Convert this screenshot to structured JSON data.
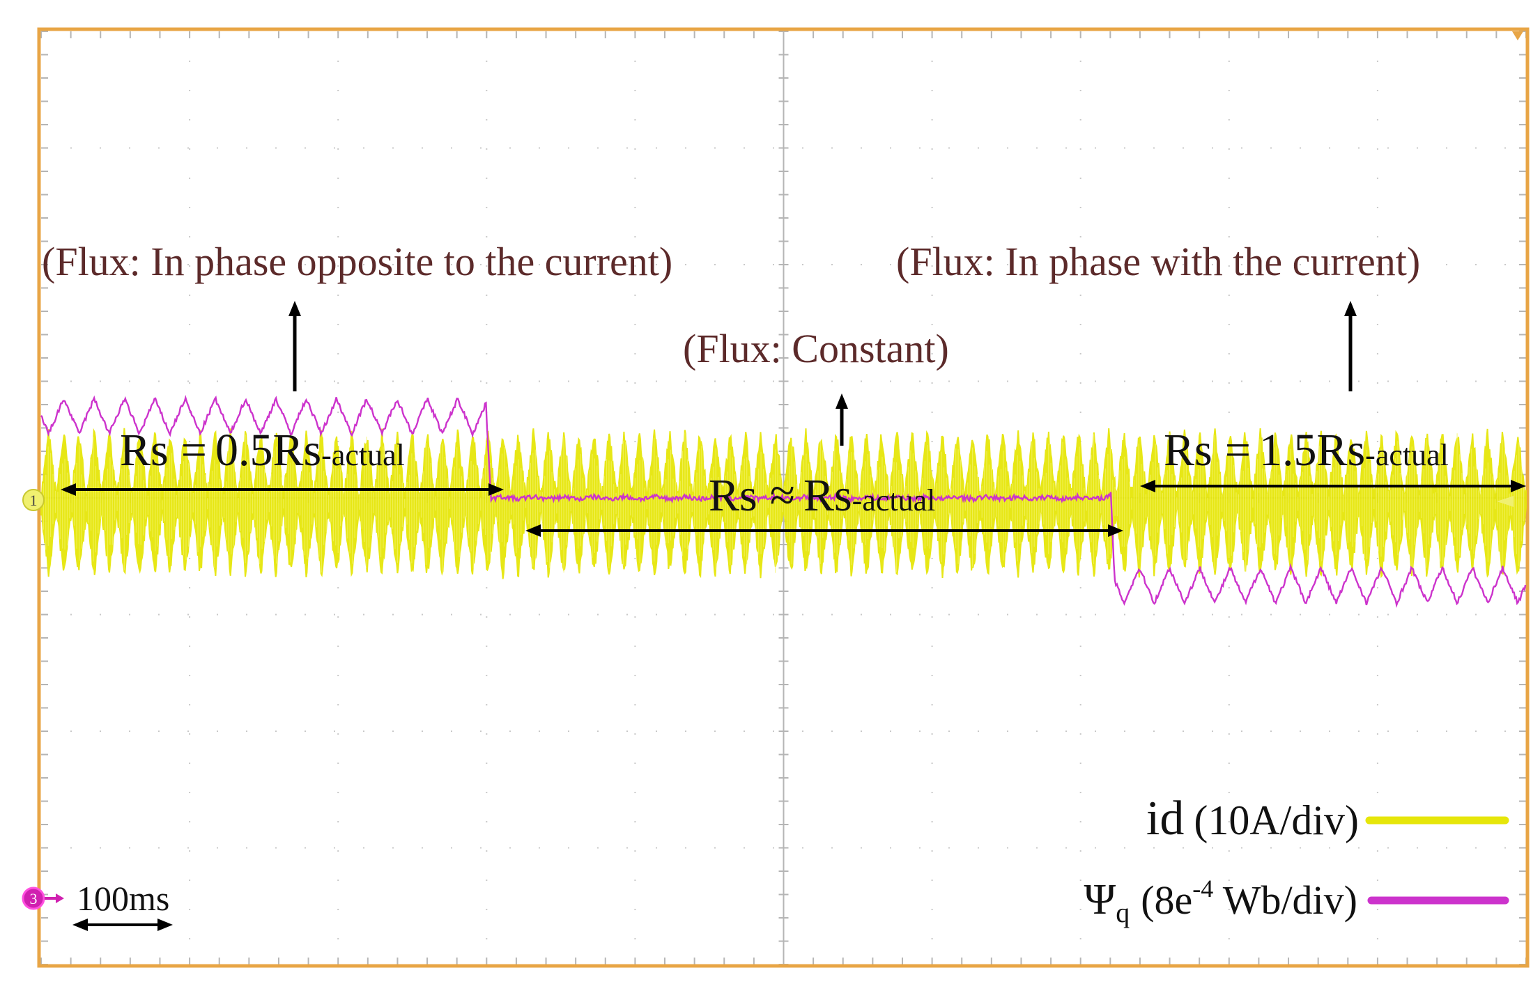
{
  "chart_data": {
    "type": "line",
    "title": "",
    "xlabel": "",
    "ylabel": "",
    "time_per_division": "100ms",
    "x_unit": "ms",
    "xlim": [
      0,
      1000
    ],
    "ylim": [
      -4,
      4
    ],
    "grid": true,
    "channel_markers": [
      "1",
      "3"
    ],
    "segments": [
      {
        "x": [
          0,
          300
        ],
        "rs_label": "Rs = 0.5Rs-actual",
        "rs_parts": [
          "Rs",
          "=",
          "0.5Rs",
          "-actual"
        ],
        "flux_note": "(Flux: In phase opposite to the current)"
      },
      {
        "x": [
          300,
          720
        ],
        "rs_label": "Rs ≈ Rs-actual",
        "rs_parts": [
          "Rs",
          "≈",
          "Rs",
          "-actual"
        ],
        "flux_note": "(Flux: Constant)"
      },
      {
        "x": [
          720,
          1000
        ],
        "rs_label": "Rs = 1.5Rs-actual",
        "rs_parts": [
          "Rs",
          "=",
          "1.5Rs",
          "-actual"
        ],
        "flux_note": "(Flux: In phase with the current)"
      }
    ],
    "series": [
      {
        "name": "id (10A/div)",
        "name_parts": [
          "id",
          "(10A/div)"
        ],
        "color": "#e6e60a",
        "channel": "1",
        "center_div": -0.05,
        "envelope_outer_div": 0.6,
        "envelope_inner_div": 0.05,
        "ripple_period_ms": 20.4
      },
      {
        "name": "Ψq (8e-4 Wb/div)",
        "name_parts": [
          "Ψ",
          "q",
          "(8e",
          "-4",
          " Wb/div)"
        ],
        "color": "#cc33cc",
        "channel": "3",
        "x": [
          0,
          300,
          303,
          720,
          723,
          1000
        ],
        "y": [
          0.7,
          0.7,
          0.0,
          0.0,
          -0.75,
          -0.75
        ],
        "ripple_amplitude_div": [
          0.15,
          0.01,
          0.15
        ],
        "ripple_period_ms": 20.4
      }
    ]
  }
}
